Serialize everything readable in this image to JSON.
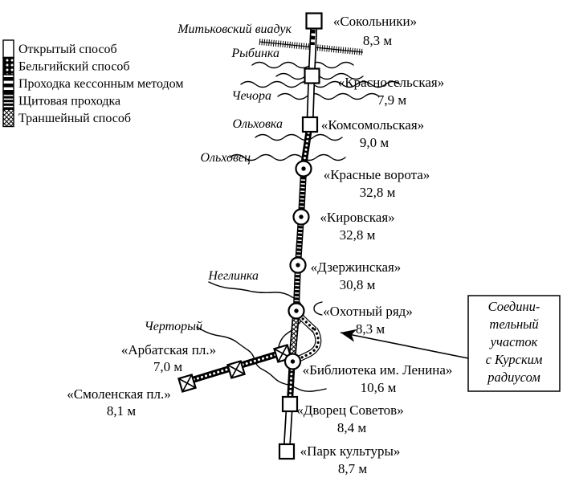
{
  "legend": {
    "items": [
      {
        "key": "open",
        "label": "Открытый способ"
      },
      {
        "key": "belgian",
        "label": "Бельгийский способ"
      },
      {
        "key": "caisson",
        "label": "Проходка кессонным методом"
      },
      {
        "key": "shield",
        "label": "Щитовая проходка"
      },
      {
        "key": "trench",
        "label": "Траншейный способ"
      }
    ]
  },
  "stations": [
    {
      "id": "sokolniki",
      "name": "«Сокольники»",
      "depth": "8,3 м"
    },
    {
      "id": "krasnoselskaya",
      "name": "«Красносельская»",
      "depth": "7,9 м"
    },
    {
      "id": "komsomolskaya",
      "name": "«Комсомольская»",
      "depth": "9,0 м"
    },
    {
      "id": "krasnye-vorota",
      "name": "«Красные ворота»",
      "depth": "32,8 м"
    },
    {
      "id": "kirovskaya",
      "name": "«Кировская»",
      "depth": "32,8 м"
    },
    {
      "id": "dzerzhinskaya",
      "name": "«Дзержинская»",
      "depth": "30,8 м"
    },
    {
      "id": "okhotny-ryad",
      "name": "«Охотный ряд»",
      "depth": "8,3 м"
    },
    {
      "id": "biblioteka",
      "name": "«Библиотека им. Ленина»",
      "depth": "10,6 м"
    },
    {
      "id": "dvorets-sovetov",
      "name": "«Дворец Советов»",
      "depth": "8,4 м"
    },
    {
      "id": "park-kultury",
      "name": "«Парк культуры»",
      "depth": "8,7 м"
    },
    {
      "id": "arbatskaya",
      "name": "«Арбатская пл.»",
      "depth": "7,0 м"
    },
    {
      "id": "smolenskaya",
      "name": "«Смоленская пл.»",
      "depth": "8,1 м"
    }
  ],
  "rivers": [
    "Рыбинка",
    "Чечора",
    "Ольховка",
    "Ольховец",
    "Неглинка",
    "Черторый"
  ],
  "labels": {
    "viaduct": "Митьковский виадук"
  },
  "note_box": {
    "lines": [
      "Соедини-",
      "тельный",
      "участок",
      "с Курским",
      "радиусом"
    ]
  },
  "colors": {
    "ink": "#000000",
    "paper": "#ffffff"
  }
}
